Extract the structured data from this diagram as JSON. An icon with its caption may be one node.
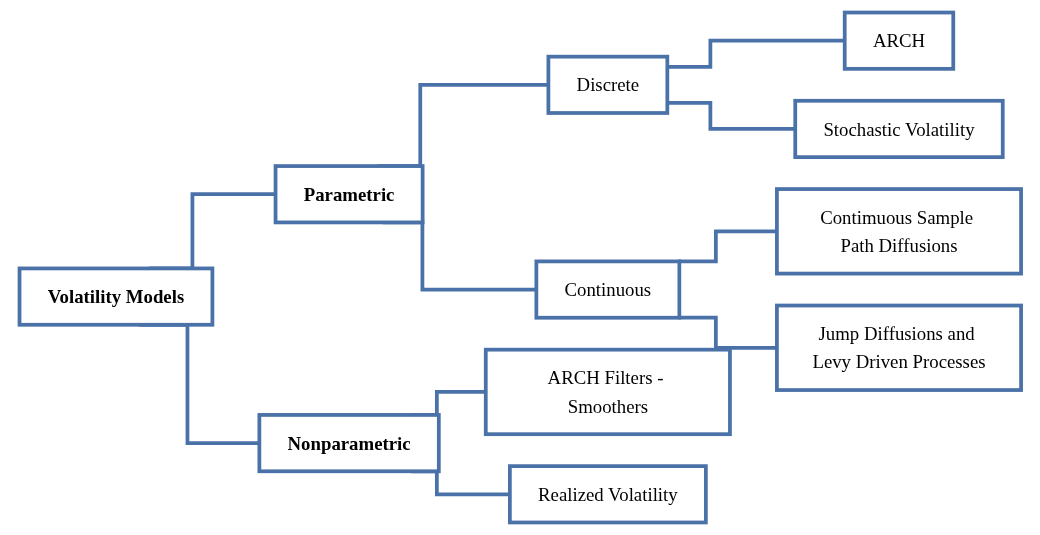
{
  "diagram": {
    "nodes": [
      {
        "text": [
          "Volatility Models"
        ]
      },
      {
        "text": [
          "Parametric"
        ]
      },
      {
        "text": [
          "Nonparametric"
        ]
      },
      {
        "text": [
          "Discrete"
        ]
      },
      {
        "text": [
          "Continuous"
        ]
      },
      {
        "text": [
          "ARCH"
        ]
      },
      {
        "text": [
          "Stochastic Volatility"
        ]
      },
      {
        "text": [
          "Contimuous Sample Path Diffusions"
        ]
      },
      {
        "text": [
          "Jump Diffusions and Levy Driven Processes"
        ]
      },
      {
        "text": [
          "ARCH Filters - Smoothers"
        ]
      },
      {
        "text": [
          "Realized Volatility"
        ]
      }
    ],
    "edges": [
      {
        "from": 0,
        "to": 1,
        "arrow": "none"
      },
      {
        "from": 0,
        "to": 2,
        "arrow": "none"
      },
      {
        "from": 1,
        "to": 3,
        "arrow": "none"
      },
      {
        "from": 1,
        "to": 4,
        "arrow": "none"
      },
      {
        "from": 3,
        "to": 5,
        "arrow": "none"
      },
      {
        "from": 3,
        "to": 6,
        "arrow": "none"
      },
      {
        "from": 4,
        "to": 7,
        "arrow": "none"
      },
      {
        "from": 4,
        "to": 8,
        "arrow": "none"
      },
      {
        "from": 2,
        "to": 9,
        "arrow": "none"
      },
      {
        "from": 2,
        "to": 10,
        "arrow": "none"
      }
    ]
  }
}
